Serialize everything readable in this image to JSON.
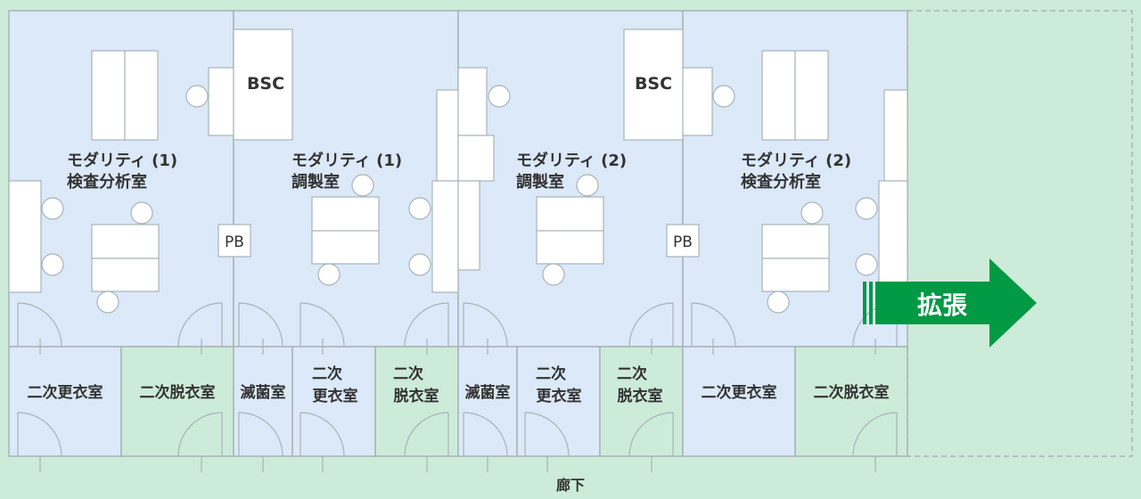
{
  "colors": {
    "background": "#cdebd9",
    "room_blue": "#dbe9f8",
    "room_green": "#cdebd9",
    "wall": "#a8b4b8",
    "arrow": "#009944",
    "text": "#333333"
  },
  "rooms": {
    "modality1_exam": [
      "モダリティ (1)",
      "検査分析室"
    ],
    "modality1_prep": [
      "モダリティ (1)",
      "調製室"
    ],
    "modality2_prep": [
      "モダリティ (2)",
      "調製室"
    ],
    "modality2_exam": [
      "モダリティ (2)",
      "検査分析室"
    ],
    "changing_a": "二次更衣室",
    "undress_a": "二次脱衣室",
    "sterile_b": "滅菌室",
    "changing_b": [
      "二次",
      "更衣室"
    ],
    "undress_b": [
      "二次",
      "脱衣室"
    ],
    "sterile_c": "滅菌室",
    "changing_c": [
      "二次",
      "更衣室"
    ],
    "undress_c": [
      "二次",
      "脱衣室"
    ],
    "changing_d": "二次更衣室",
    "undress_d": "二次脱衣室"
  },
  "equipment": {
    "bsc_left": "BSC",
    "bsc_right": "BSC",
    "pb_left": "PB",
    "pb_right": "PB"
  },
  "corridor": "廊下",
  "expansion": "拡張"
}
